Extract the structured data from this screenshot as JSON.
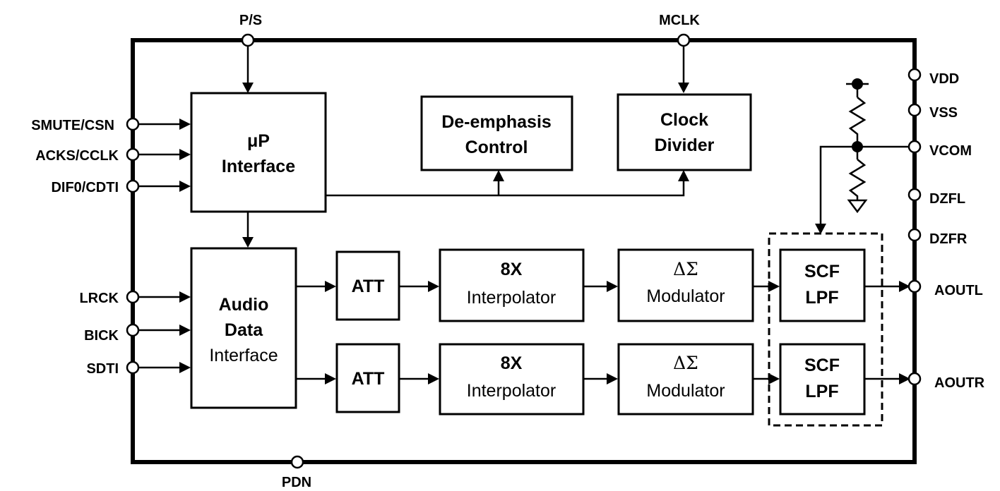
{
  "pins": {
    "top": [
      "P/S",
      "MCLK"
    ],
    "left": [
      "SMUTE/CSN",
      "ACKS/CCLK",
      "DIF0/CDTI",
      "LRCK",
      "BICK",
      "SDTI"
    ],
    "right": [
      "VDD",
      "VSS",
      "VCOM",
      "DZFL",
      "DZFR",
      "AOUTL",
      "AOUTR"
    ],
    "bottom": [
      "PDN"
    ]
  },
  "blocks": {
    "up_interface": [
      "μP",
      "Interface"
    ],
    "deemphasis": [
      "De-emphasis",
      "Control"
    ],
    "clock_divider": [
      "Clock",
      "Divider"
    ],
    "audio_interface": [
      "Audio",
      "Data",
      "Interface"
    ],
    "att": "ATT",
    "interpolator": [
      "8X",
      "Interpolator"
    ],
    "modulator": [
      "ΔΣ",
      "Modulator"
    ],
    "scf": [
      "SCF",
      "LPF"
    ]
  }
}
